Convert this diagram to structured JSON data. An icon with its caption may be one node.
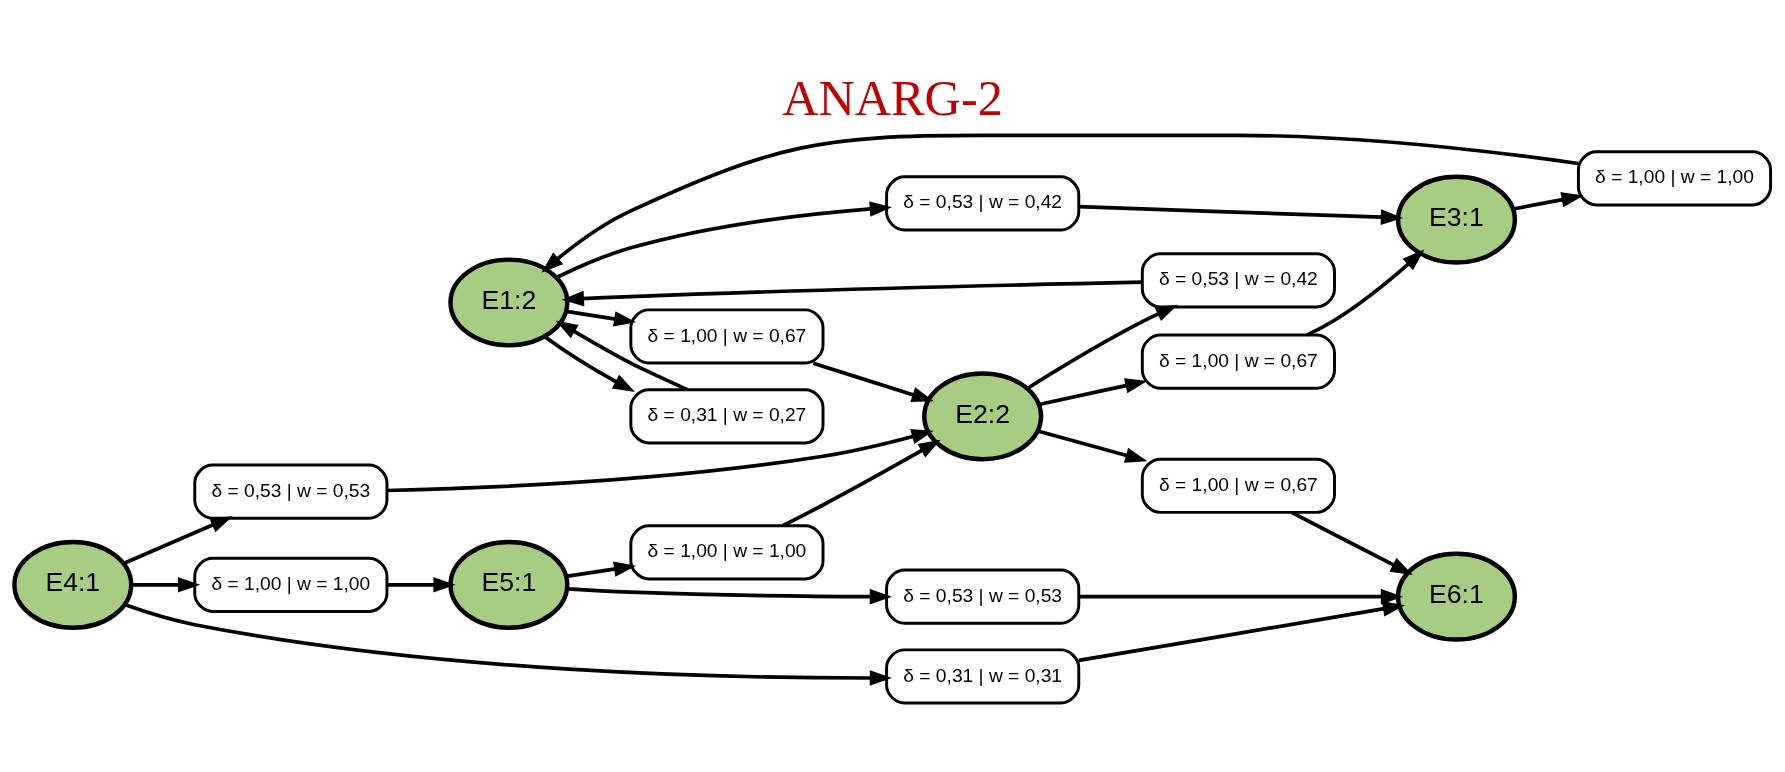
{
  "diagram": {
    "title": "ANARG-2",
    "nodes": [
      {
        "text": [
          "E1:2"
        ]
      },
      {
        "text": [
          "δ = 0,31 | w = 0,27"
        ]
      },
      {
        "text": [
          "δ = 1,00 | w = 1,00"
        ]
      },
      {
        "text": [
          "δ = 0,53 | w = 0,42"
        ]
      },
      {
        "text": [
          "E4:1"
        ]
      },
      {
        "text": [
          "E3:1"
        ]
      },
      {
        "text": [
          "δ = 0,53 | w = 0,42"
        ]
      },
      {
        "text": [
          "δ = 1,00 | w = 0,67"
        ]
      },
      {
        "text": [
          "δ = 0,53 | w = 0,53"
        ]
      },
      {
        "text": [
          "δ = 1,00 | w = 0,67"
        ]
      },
      {
        "text": [
          "E2:2"
        ]
      },
      {
        "text": [
          "δ = 1,00 | w = 1,00"
        ]
      },
      {
        "text": [
          "δ = 1,00 | w = 0,67"
        ]
      },
      {
        "text": [
          "δ = 0,31 | w = 0,31"
        ]
      },
      {
        "text": [
          "δ = 1,00 | w = 1,00"
        ]
      },
      {
        "text": [
          "E6:1"
        ]
      },
      {
        "text": [
          "E5:1"
        ]
      },
      {
        "text": [
          "δ = 0,53 | w = 0,53"
        ]
      }
    ],
    "edges": [
      {
        "from": 0,
        "to": 1,
        "arrow": "to"
      },
      {
        "from": 1,
        "to": 0,
        "arrow": "to"
      },
      {
        "from": 0,
        "to": 3,
        "arrow": "to"
      },
      {
        "from": 3,
        "to": 5,
        "arrow": "to"
      },
      {
        "from": 5,
        "to": 2,
        "arrow": "to"
      },
      {
        "from": 2,
        "to": 0,
        "arrow": "to"
      },
      {
        "from": 0,
        "to": 7,
        "arrow": "to"
      },
      {
        "from": 7,
        "to": 10,
        "arrow": "to"
      },
      {
        "from": 10,
        "to": 6,
        "arrow": "to"
      },
      {
        "from": 6,
        "to": 0,
        "arrow": "to"
      },
      {
        "from": 4,
        "to": 8,
        "arrow": "to"
      },
      {
        "from": 8,
        "to": 10,
        "arrow": "to"
      },
      {
        "from": 4,
        "to": 14,
        "arrow": "to"
      },
      {
        "from": 14,
        "to": 16,
        "arrow": "to"
      },
      {
        "from": 4,
        "to": 13,
        "arrow": "to"
      },
      {
        "from": 13,
        "to": 15,
        "arrow": "to"
      },
      {
        "from": 16,
        "to": 11,
        "arrow": "to"
      },
      {
        "from": 11,
        "to": 10,
        "arrow": "to"
      },
      {
        "from": 16,
        "to": 17,
        "arrow": "to"
      },
      {
        "from": 17,
        "to": 15,
        "arrow": "to"
      },
      {
        "from": 10,
        "to": 9,
        "arrow": "to"
      },
      {
        "from": 9,
        "to": 5,
        "arrow": "to"
      },
      {
        "from": 10,
        "to": 12,
        "arrow": "to"
      },
      {
        "from": 12,
        "to": 15,
        "arrow": "to"
      }
    ]
  }
}
